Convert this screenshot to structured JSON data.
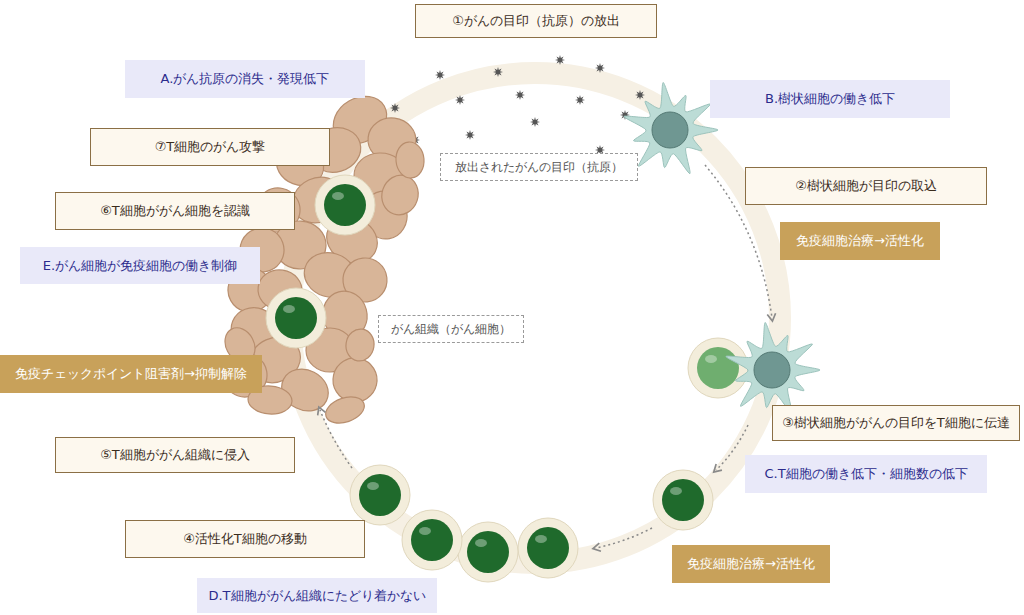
{
  "diagram": {
    "nodes": [
      {
        "text": [
          "①がんの目印（抗原）の放出"
        ]
      },
      {
        "text": [
          "A.がん抗原の消失・発現低下"
        ]
      },
      {
        "text": [
          "B.樹状細胞の働き低下"
        ]
      },
      {
        "text": [
          "⑦T細胞のがん攻撃"
        ]
      },
      {
        "text": [
          "放出されたがんの目印（抗原）"
        ]
      },
      {
        "text": [
          "②樹状細胞が目印の取込"
        ]
      },
      {
        "text": [
          "⑥T細胞ががん細胞を認識"
        ]
      },
      {
        "text": [
          "免疫細胞治療→活性化"
        ]
      },
      {
        "text": [
          "E.がん細胞が免疫細胞の働き制御"
        ]
      },
      {
        "text": [
          "がん組織（がん細胞）"
        ]
      },
      {
        "text": [
          "免疫チェックポイント阻害剤→抑制解除"
        ]
      },
      {
        "text": [
          "③樹状細胞ががんの目印をT細胞に伝達"
        ]
      },
      {
        "text": [
          "⑤T細胞ががん組織に侵入"
        ]
      },
      {
        "text": [
          "C.T細胞の働き低下・細胞数の低下"
        ]
      },
      {
        "text": [
          "④活性化T細胞の移動"
        ]
      },
      {
        "text": [
          "免疫細胞治療→活性化"
        ]
      },
      {
        "text": [
          "D.T細胞ががん組織にたどり着かない"
        ]
      }
    ]
  }
}
